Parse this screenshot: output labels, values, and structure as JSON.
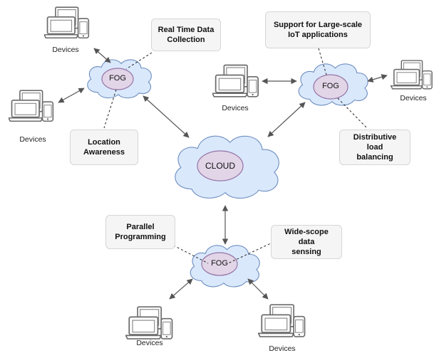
{
  "nodes": {
    "cloud_center": "CLOUD",
    "fog_left": "FOG",
    "fog_right": "FOG",
    "fog_bottom": "FOG"
  },
  "device_labels": {
    "top_left": "Devices",
    "mid_left": "Devices",
    "center_right": "Devices",
    "far_right": "Devices",
    "bottom_left": "Devices",
    "bottom_right": "Devices"
  },
  "callouts": {
    "real_time": "Real Time Data\nCollection",
    "location": "Location\nAwareness",
    "large_scale": "Support for Large-scale\nIoT applications",
    "load_balancing": "Distributive load\nbalancing",
    "parallel": "Parallel\nProgramming",
    "wide_scope": "Wide-scope data\nsensing"
  },
  "colors": {
    "cloud_fill": "#dae8fc",
    "cloud_stroke": "#6c8ebf",
    "ellipse_fill": "#e1d5e7",
    "ellipse_stroke": "#9673a6",
    "device_stroke": "#6b6b6b",
    "connector": "#555555"
  }
}
